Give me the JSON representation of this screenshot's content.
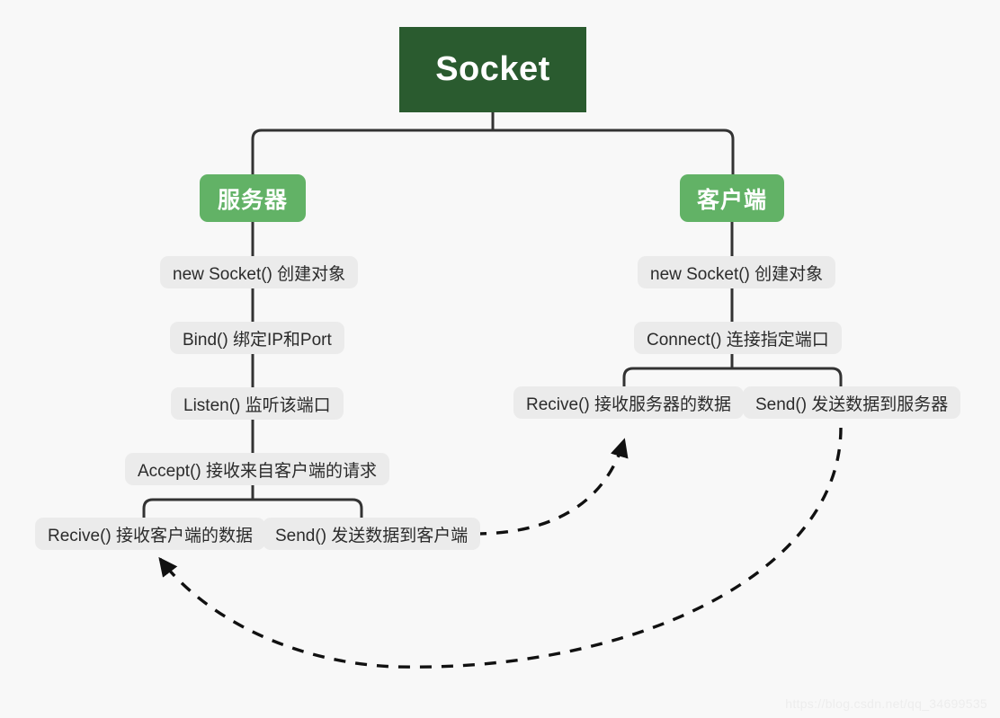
{
  "diagram": {
    "title": "Socket",
    "background_color": "#f8f8f8",
    "root": {
      "label": "Socket",
      "color": "#2a5b2f",
      "text_color": "#ffffff"
    },
    "branches": [
      {
        "id": "server",
        "label": "服务器",
        "color": "#62b266",
        "text_color": "#ffffff",
        "steps": [
          "new Socket() 创建对象",
          "Bind()  绑定IP和Port",
          "Listen()  监听该端口",
          "Accept()  接收来自客户端的请求"
        ],
        "leaves": [
          "Recive()  接收客户端的数据",
          "Send()  发送数据到客户端"
        ]
      },
      {
        "id": "client",
        "label": "客户端",
        "color": "#62b266",
        "text_color": "#ffffff",
        "steps": [
          "new Socket()  创建对象",
          "Connect()  连接指定端口"
        ],
        "leaves": [
          "Recive()  接收服务器的数据",
          "Send()  发送数据到服务器"
        ]
      }
    ],
    "connector_color": "#333333",
    "arrows": [
      {
        "id": "server-send-to-client-recive",
        "from": "Send()  发送数据到客户端",
        "to": "Recive()  接收服务器的数据",
        "style": "dashed",
        "color": "#111111"
      },
      {
        "id": "client-send-to-server-recive",
        "from": "Send()  发送数据到服务器",
        "to": "Recive()  接收客户端的数据",
        "style": "dashed",
        "color": "#111111"
      }
    ]
  },
  "watermark": {
    "text": "https://blog.csdn.net/qq_34699535",
    "color": "#ededed"
  }
}
